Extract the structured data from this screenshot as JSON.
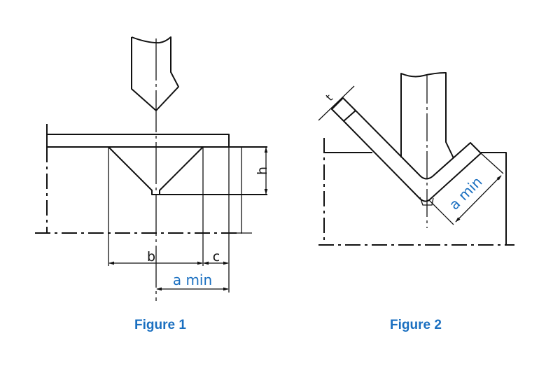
{
  "figure1": {
    "caption": "Figure 1",
    "labels": {
      "b": "b",
      "c": "c",
      "h": "h",
      "a_min": "a min"
    }
  },
  "figure2": {
    "caption": "Figure 2",
    "labels": {
      "t": "t",
      "a_min": "a min"
    }
  },
  "colors": {
    "accent": "#1a6fc0",
    "line": "#111111"
  }
}
